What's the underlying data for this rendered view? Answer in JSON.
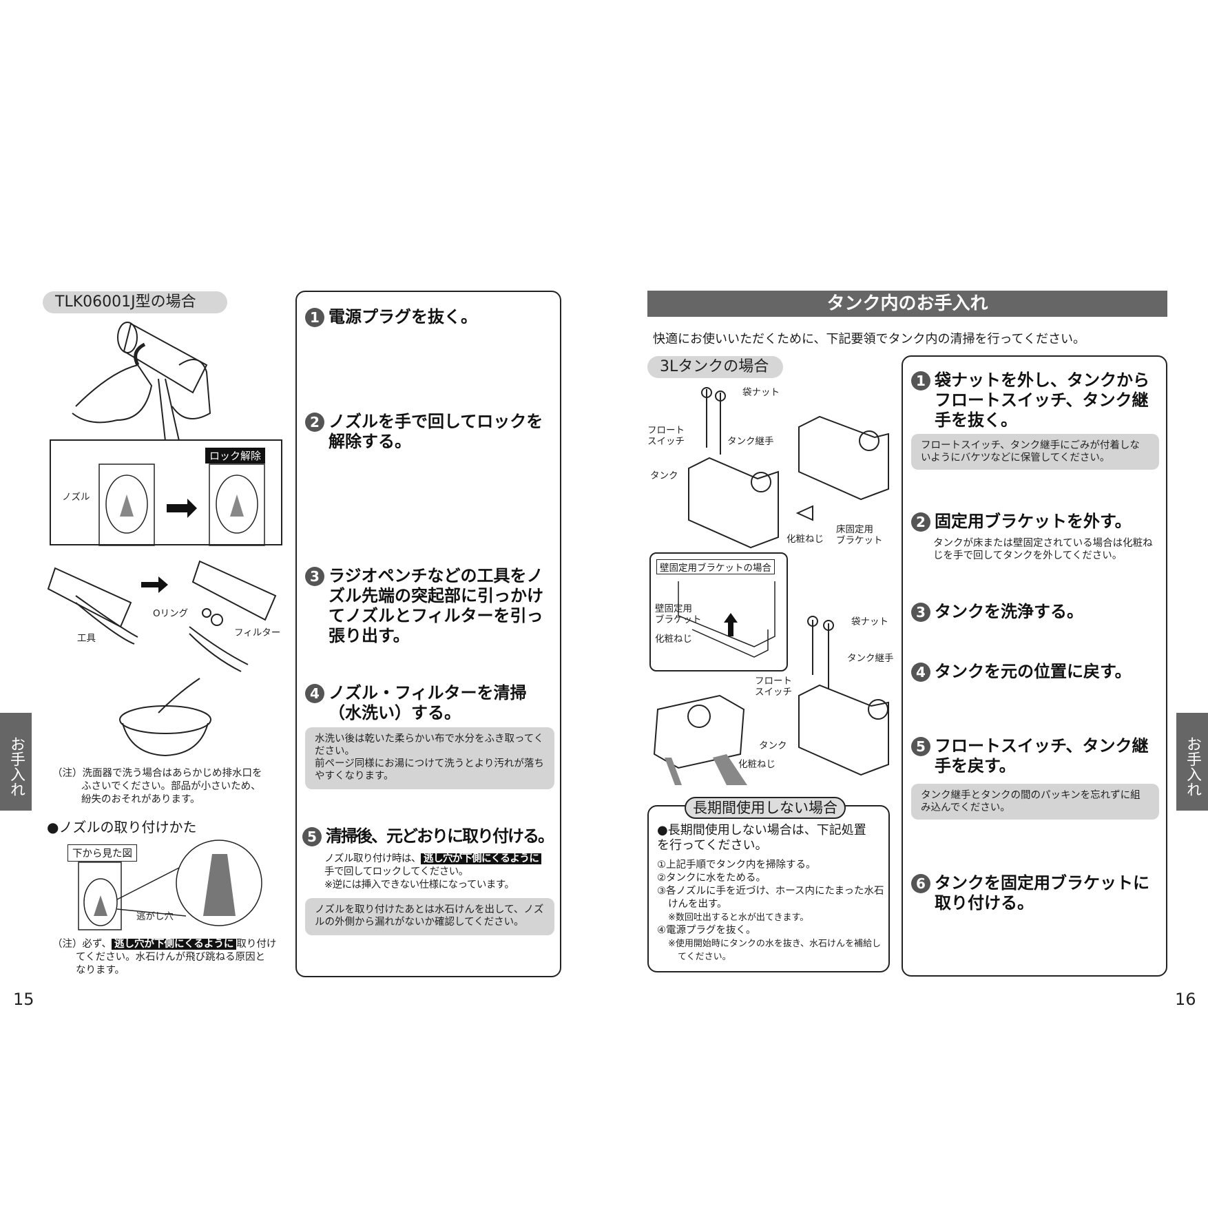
{
  "page15": {
    "model_label": "TLK06001J型の場合",
    "lock_release_label": "ロック解除",
    "nozzle_label": "ノズル",
    "tool_label": "工具",
    "oring_label": "Oリング",
    "filter_label": "フィルター",
    "note1": [
      "（注）洗面器で洗う場合はあらかじめ排水口を",
      "ふさいでください。部品が小さいため、",
      "紛失のおそれがあります。"
    ],
    "install_heading": "●ノズルの取り付けかた",
    "bottom_view_label": "下から見た図",
    "relief_hole_label": "逃がし穴",
    "note2_prefix": "（注）必ず、",
    "note2_highlight": "逃し穴が下側にくるように",
    "note2_suffix": "取り付け",
    "note2_lines": [
      "てください。水石けんが飛び跳ねる原因と",
      "なります。"
    ],
    "steps": [
      {
        "num": "1",
        "text": "電源プラグを抜く。"
      },
      {
        "num": "2",
        "text": "ノズルを手で回してロックを解除する。"
      },
      {
        "num": "3",
        "text": "ラジオペンチなどの工具をノズル先端の突起部に引っかけてノズルとフィルターを引っ張り出す。"
      },
      {
        "num": "4",
        "text": "ノズル・フィルターを清掃（水洗い）する。"
      },
      {
        "num": "5",
        "text": "清掃後、元どおりに取り付ける。"
      }
    ],
    "step4_note": [
      "水洗い後は乾いた柔らかい布で水分をふき取ってください。",
      "前ページ同様にお湯につけて洗うとより汚れが落ちやすくなります。"
    ],
    "step5_prefix": "ノズル取り付け時は、",
    "step5_highlight": "逃し穴が下側にくるように",
    "step5_lines": [
      "手で回してロックしてください。",
      "※逆には挿入できない仕様になっています。"
    ],
    "step5_note": "ノズルを取り付けたあとは水石けんを出して、ノズルの外側から漏れがないか確認してください。",
    "page_number": "15",
    "side_tab": "お手入れ"
  },
  "page16": {
    "title": "タンク内のお手入れ",
    "intro": "快適にお使いいただくために、下記要領でタンク内の清掃を行ってください。",
    "tank_label": "3Lタンクの場合",
    "labels": {
      "bag_nut": "袋ナット",
      "float_switch": "フロート\nスイッチ",
      "tank_joint": "タンク継手",
      "tank": "タンク",
      "screw": "化粧ねじ",
      "floor_bracket": "床固定用\nブラケット",
      "wall_bracket": "壁固定用\nブラケット"
    },
    "wall_case_label": "壁固定用ブラケットの場合",
    "steps": [
      {
        "num": "1",
        "text": "袋ナットを外し、タンクからフロートスイッチ、タンク継手を抜く。"
      },
      {
        "num": "2",
        "text": "固定用ブラケットを外す。"
      },
      {
        "num": "3",
        "text": "タンクを洗浄する。"
      },
      {
        "num": "4",
        "text": "タンクを元の位置に戻す。"
      },
      {
        "num": "5",
        "text": "フロートスイッチ、タンク継手を戻す。"
      },
      {
        "num": "6",
        "text": "タンクを固定用ブラケットに取り付ける。"
      }
    ],
    "step1_note": "フロートスイッチ、タンク継手にごみが付着しないようにバケツなどに保管してください。",
    "step2_text": "タンクが床または壁固定されている場合は化粧ねじを手で回してタンクを外してください。",
    "step5_note": "タンク継手とタンクの間のパッキンを忘れずに組み込んでください。",
    "longterm": {
      "title": "長期間使用しない場合",
      "lead": "●長期間使用しない場合は、下記処置を行ってください。",
      "items": [
        "①上記手順でタンク内を掃除する。",
        "②タンクに水をためる。",
        "③各ノズルに手を近づけ、ホース内にたまった水石けんを出す。",
        "※数回吐出すると水が出てきます。",
        "④電源プラグを抜く。",
        "※使用開始時にタンクの水を抜き、水石けんを補給してください。"
      ]
    },
    "page_number": "16",
    "side_tab": "お手入れ"
  }
}
